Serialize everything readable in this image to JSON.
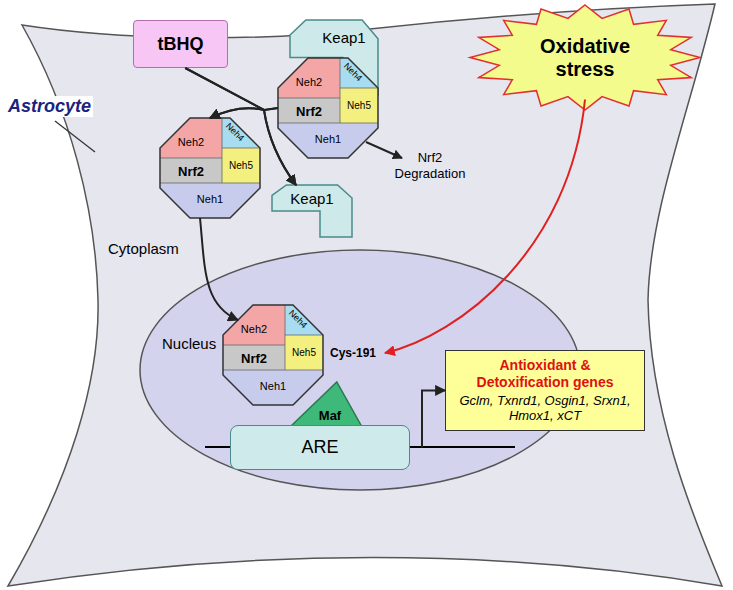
{
  "diagram": {
    "nodes": [
      {
        "text": [
          "Astrocyte",
          "Cytoplasm"
        ]
      },
      {
        "text": [
          "tBHQ"
        ]
      },
      {
        "text": [
          "Keap1"
        ],
        "in": 0
      },
      {
        "text": [
          "Neh2",
          "Neh4",
          "Neh5",
          "Nrf2",
          "Neh1"
        ],
        "in": 0
      },
      {
        "text": [
          "Oxidative stress"
        ]
      },
      {
        "text": [
          "Neh2",
          "Neh4",
          "Neh5",
          "Nrf2",
          "Neh1"
        ],
        "in": 0
      },
      {
        "text": [
          "Keap1"
        ],
        "in": 0
      },
      {
        "text": [
          "Nucleus"
        ],
        "in": 0
      },
      {
        "text": [
          "Neh2",
          "Neh4",
          "Neh5",
          "Nrf2",
          "Neh1",
          "Cys-191"
        ],
        "in": 7
      },
      {
        "text": [
          "Maf"
        ],
        "in": 7
      },
      {
        "text": [
          "ARE"
        ],
        "in": 7
      },
      {
        "text": [
          "Antioxidant & Detoxification genes",
          "Gclm, Txnrd1, Osgin1, Srxn1, Hmox1, xCT"
        ],
        "in": 7
      }
    ],
    "edges": [
      {
        "from": 1,
        "to": 5,
        "arrow": "to"
      },
      {
        "from": 1,
        "to": 6,
        "arrow": "to"
      },
      {
        "from": 3,
        "to": 5,
        "arrow": "to"
      },
      {
        "from": 3,
        "to": 6,
        "arrow": "to"
      },
      {
        "from": 5,
        "to": 8,
        "arrow": "to"
      },
      {
        "from": 4,
        "to": 8,
        "arrow": "to"
      },
      {
        "from": 10,
        "to": 11,
        "arrow": "to"
      }
    ],
    "labels": [
      "Nrf2 Degradation"
    ]
  }
}
